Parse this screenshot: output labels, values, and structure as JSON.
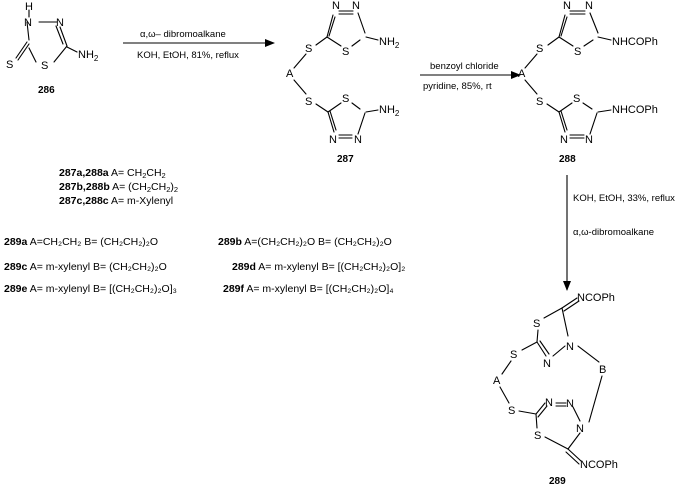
{
  "compounds": {
    "c286": "286",
    "c287": "287",
    "c288": "288",
    "c289": "289"
  },
  "atoms": {
    "S": "S",
    "N": "N",
    "H": "H",
    "A": "A",
    "B": "B",
    "NH2": "NH",
    "NH2_sub": "2",
    "NHCOPh": "NHCOPh",
    "NCOPh": "NCOPh"
  },
  "reactions": {
    "step1_reagent": "α,ω– dibromoalkane",
    "step1_conditions": "KOH, EtOH, 81%, reflux",
    "step2_reagent": "benzoyl chloride",
    "step2_conditions": "pyridine, 85%, rt",
    "step3_conditions": "KOH, EtOH, 33%, reflux",
    "step3_reagent": "α,ω-dibromoalkane"
  },
  "legend_a": [
    {
      "id": "287a,288a",
      "text": " A= CH",
      "s1": "2",
      "t2": "CH",
      "s2": "2",
      "t3": ""
    },
    {
      "id": "287b,288b",
      "text": " A= (CH",
      "s1": "2",
      "t2": "CH",
      "s2": "2",
      "t3": ")",
      "s3": "2"
    },
    {
      "id": "287c,288c",
      "text": " A= m-Xylenyl"
    }
  ],
  "legend_b": {
    "r289a": {
      "id": "289a",
      "text": "A=CH₂CH₂ B= (CH₂CH₂)₂O"
    },
    "r289b": {
      "id": "289b",
      "text": "A=(CH₂CH₂)₂O B= (CH₂CH₂)₂O"
    },
    "r289c": {
      "id": "289c",
      "text": "A= m-xylenyl  B= (CH₂CH₂)₂O"
    },
    "r289d": {
      "id": "289d",
      "text": "A= m-xylenyl  B= [(CH₂CH₂)₂O]₂"
    },
    "r289e": {
      "id": "289e",
      "text": "A= m-xylenyl  B= [(CH₂CH₂)₂O]₃"
    },
    "r289f": {
      "id": "289f",
      "text": "A= m-xylenyl  B= [(CH₂CH₂)₂O]₄"
    }
  }
}
